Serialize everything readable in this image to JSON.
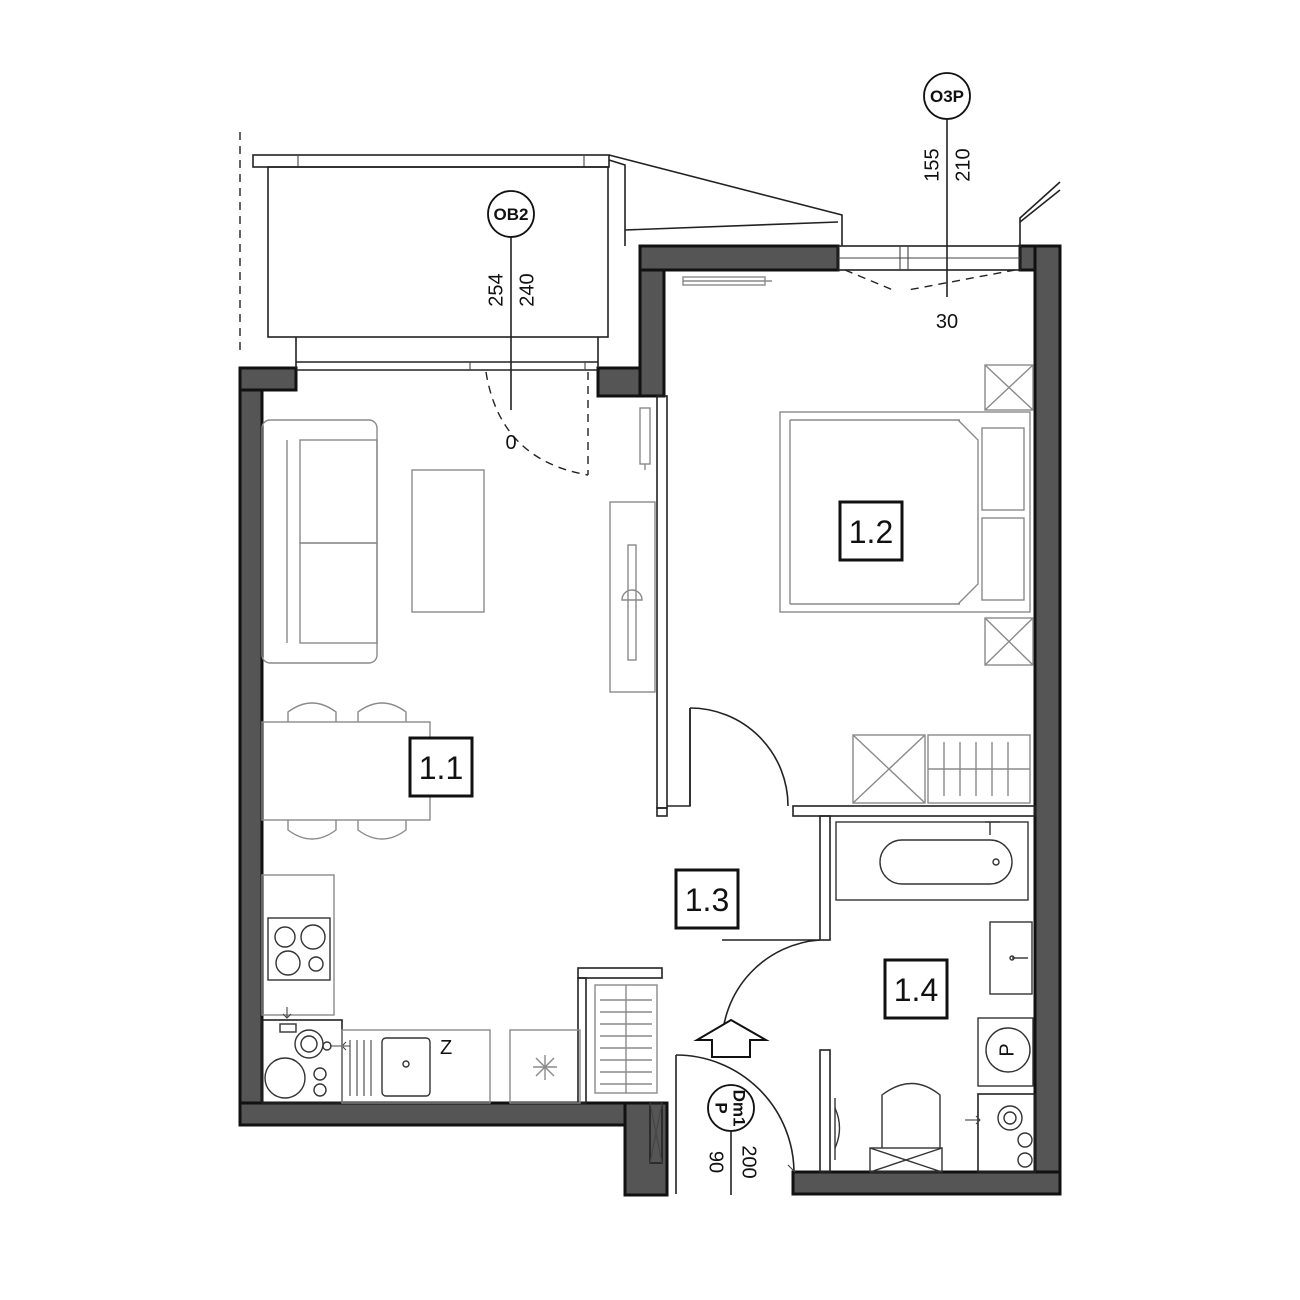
{
  "rooms": {
    "r11": "1.1",
    "r12": "1.2",
    "r13": "1.3",
    "r14": "1.4"
  },
  "openings": {
    "ob2": {
      "tag": "OB2",
      "dim_a": "254",
      "dim_b": "240",
      "dim_c": "0"
    },
    "o3p": {
      "tag": "O3P",
      "dim_a": "155",
      "dim_b": "210",
      "dim_c": "30"
    },
    "dm1": {
      "tag_a": "Dm1",
      "tag_b": "P",
      "dim_a": "90",
      "dim_b": "200"
    }
  },
  "fixture_labels": {
    "washing_machine": "P",
    "sink_cabinet": "Z"
  },
  "icons": [
    "entrance-arrow-icon",
    "fridge-snowflake-icon",
    "boiler-icon"
  ],
  "colors": {
    "wall": "#555555",
    "line": "#222222",
    "furniture": "#8a8a8a"
  }
}
